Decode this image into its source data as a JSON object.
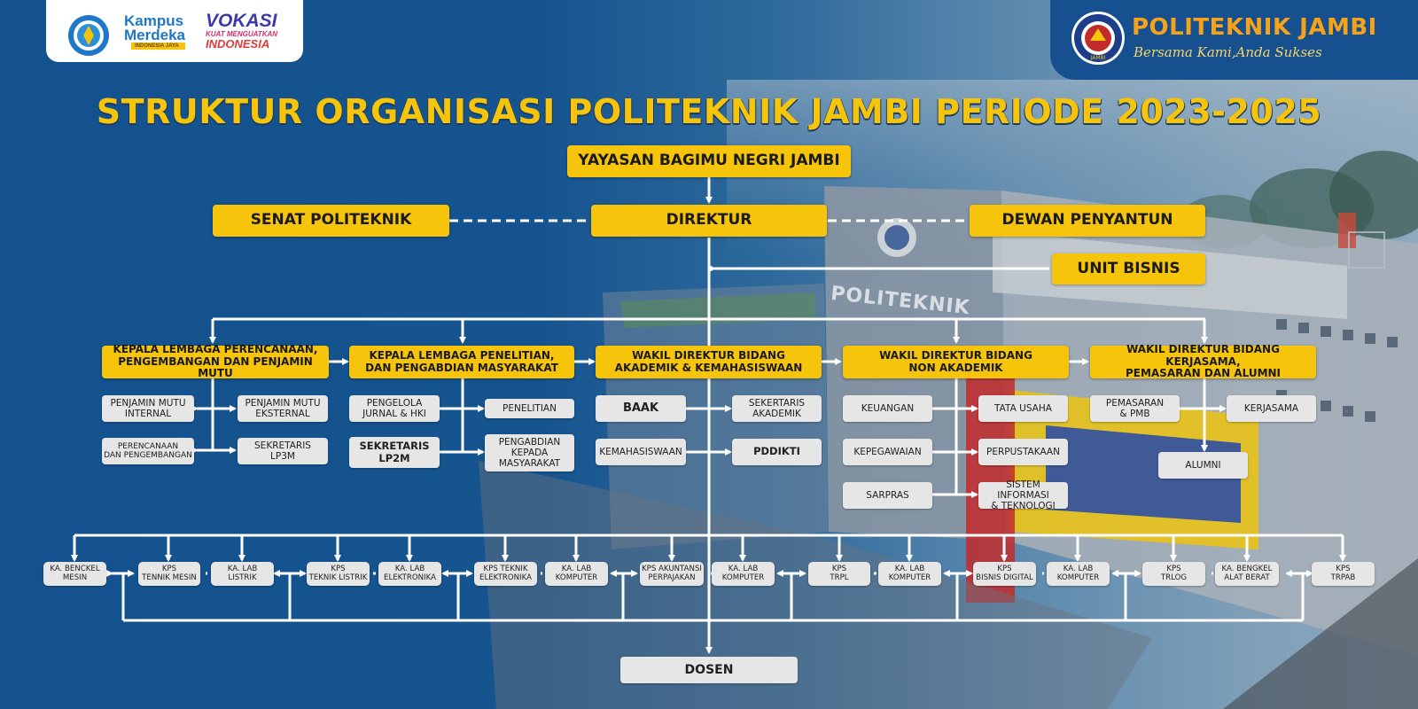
{
  "header": {
    "logo_left": [
      "Kampus",
      "Merdeka"
    ],
    "logo_left_tagline": "INDONESIA JAYA",
    "logo_vokasi": "VOKASI",
    "logo_vokasi_sub": "KUAT MENGUATKAN",
    "logo_vokasi_country": "INDONESIA",
    "institution": "POLITEKNIK JAMBI",
    "slogan": "Bersama Kami,Anda Sukses",
    "seal_text": "JAMBI"
  },
  "title": "STRUKTUR ORGANISASI POLITEKNIK JAMBI PERIODE 2023-2025",
  "building_sign": "POLITEKNIK",
  "top": {
    "yayasan": "YAYASAN BAGIMU NEGRI JAMBI",
    "senat": "SENAT POLITEKNIK",
    "direktur": "DIREKTUR",
    "dewan": "DEWAN PENYANTUN",
    "unit_bisnis": "UNIT BISNIS"
  },
  "divisions": [
    {
      "title": [
        "KEPALA LEMBAGA PERENCANAAN,",
        "PENGEMBANGAN DAN PENJAMIN MUTU"
      ],
      "units": [
        [
          "PENJAMIN MUTU",
          "INTERNAL"
        ],
        [
          "PENJAMIN MUTU",
          "EKSTERNAL"
        ],
        [
          "PERENCANAAN",
          "DAN PENGEMBANGAN"
        ],
        [
          "SEKRETARIS",
          "LP3M"
        ]
      ]
    },
    {
      "title": [
        "KEPALA LEMBAGA PENELITIAN,",
        "DAN PENGABDIAN MASYARAKAT"
      ],
      "units": [
        [
          "PENGELOLA",
          "JURNAL & HKI"
        ],
        [
          "PENELITIAN"
        ],
        [
          "SEKRETARIS",
          "LP2M"
        ],
        [
          "PENGABDIAN",
          "KEPADA",
          "MASYARAKAT"
        ]
      ]
    },
    {
      "title": [
        "WAKIL DIREKTUR BIDANG",
        "AKADEMIK & KEMAHASISWAAN"
      ],
      "units": [
        [
          "BAAK"
        ],
        [
          "SEKERTARIS",
          "AKADEMIK"
        ],
        [
          "KEMAHASISWAAN"
        ],
        [
          "PDDIKTI"
        ]
      ]
    },
    {
      "title": [
        "WAKIL DIREKTUR BIDANG",
        "NON AKADEMIK"
      ],
      "units": [
        [
          "KEUANGAN"
        ],
        [
          "TATA USAHA"
        ],
        [
          "KEPEGAWAIAN"
        ],
        [
          "PERPUSTAKAAN"
        ],
        [
          "SARPRAS"
        ],
        [
          "SISTEM INFORMASI",
          "& TEKNOLOGI"
        ]
      ]
    },
    {
      "title": [
        "WAKIL DIREKTUR BIDANG KERJASAMA,",
        "PEMASARAN DAN ALUMNI"
      ],
      "units": [
        [
          "PEMASARAN",
          "& PMB"
        ],
        [
          "KERJASAMA"
        ],
        [
          "ALUMNI"
        ]
      ]
    }
  ],
  "study_units": [
    [
      "KA. BENCKEL",
      "MESIN"
    ],
    [
      "KPS",
      "TENNIK MESIN"
    ],
    [
      "KA. LAB",
      "LISTRIK"
    ],
    [
      "KPS",
      "TEKNIK LISTRIK"
    ],
    [
      "KA. LAB",
      "ELEKTRONIKA"
    ],
    [
      "KPS TEKNIK",
      "ELEKTRONIKA"
    ],
    [
      "KA. LAB",
      "KOMPUTER"
    ],
    [
      "KPS AKUNTANSI",
      "PERPAJAKAN"
    ],
    [
      "KA. LAB",
      "KOMPUTER"
    ],
    [
      "KPS",
      "TRPL"
    ],
    [
      "KA. LAB",
      "KOMPUTER"
    ],
    [
      "KPS",
      "BISNIS DIGITAL"
    ],
    [
      "KA. LAB",
      "KOMPUTER"
    ],
    [
      "KPS",
      "TRLOG"
    ],
    [
      "KA. BENGKEL",
      "ALAT BERAT"
    ],
    [
      "KPS",
      "TRPAB"
    ]
  ],
  "dosen": "DOSEN",
  "colors": {
    "accent_yellow": "#f5c40b",
    "brand_blue": "#17508f",
    "box_grey": "#e6e6e6",
    "title_orange": "#f7a21b"
  }
}
